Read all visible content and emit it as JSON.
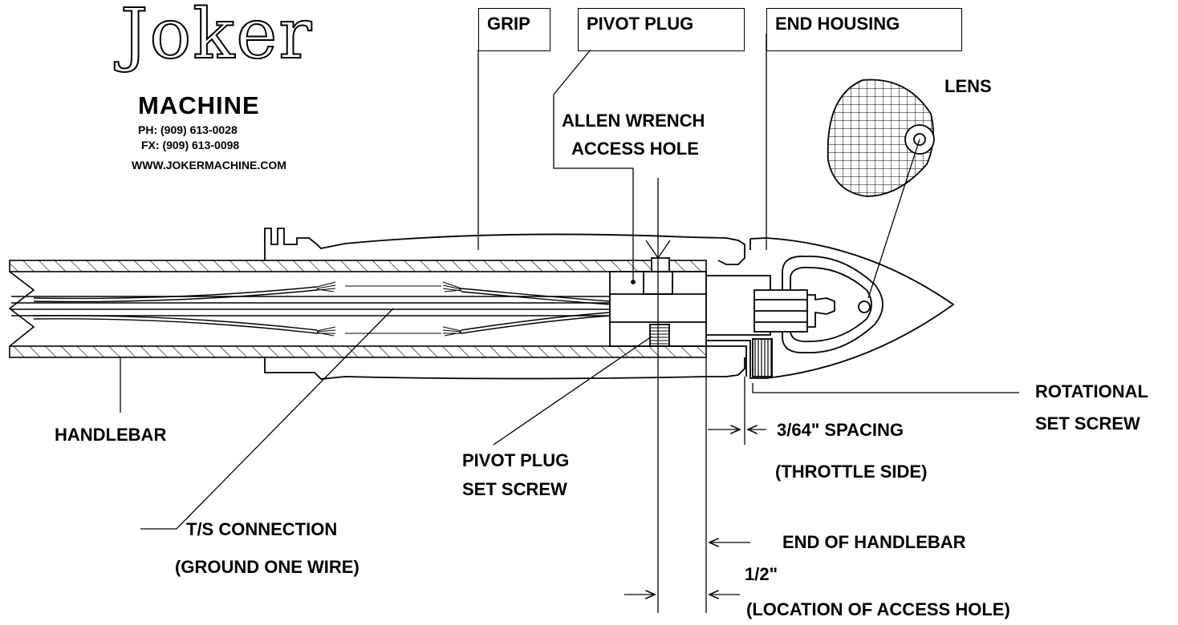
{
  "logo": {
    "name": "Joker",
    "subtitle": "MACHINE",
    "phone": "PH: (909) 613-0028",
    "fax": "FX: (909) 613-0098",
    "website": "WWW.JOKERMACHINE.COM"
  },
  "labels": {
    "grip": "GRIP",
    "pivot_plug": "PIVOT PLUG",
    "end_housing": "END HOUSING",
    "lens": "LENS",
    "allen_wrench_1": "ALLEN WRENCH",
    "allen_wrench_2": "ACCESS HOLE",
    "rotational_1": "ROTATIONAL",
    "rotational_2": "SET SCREW",
    "handlebar": "HANDLEBAR",
    "spacing": "3/64\" SPACING",
    "spacing_note": "(THROTTLE SIDE)",
    "pivot_set_screw_1": "PIVOT PLUG",
    "pivot_set_screw_2": "SET SCREW",
    "ts_connection": "T/S CONNECTION",
    "ts_note": "(GROUND ONE WIRE)",
    "end_of_handlebar": "END OF HANDLEBAR",
    "half_inch": "1/2\"",
    "access_location": "(LOCATION OF ACCESS HOLE)"
  }
}
